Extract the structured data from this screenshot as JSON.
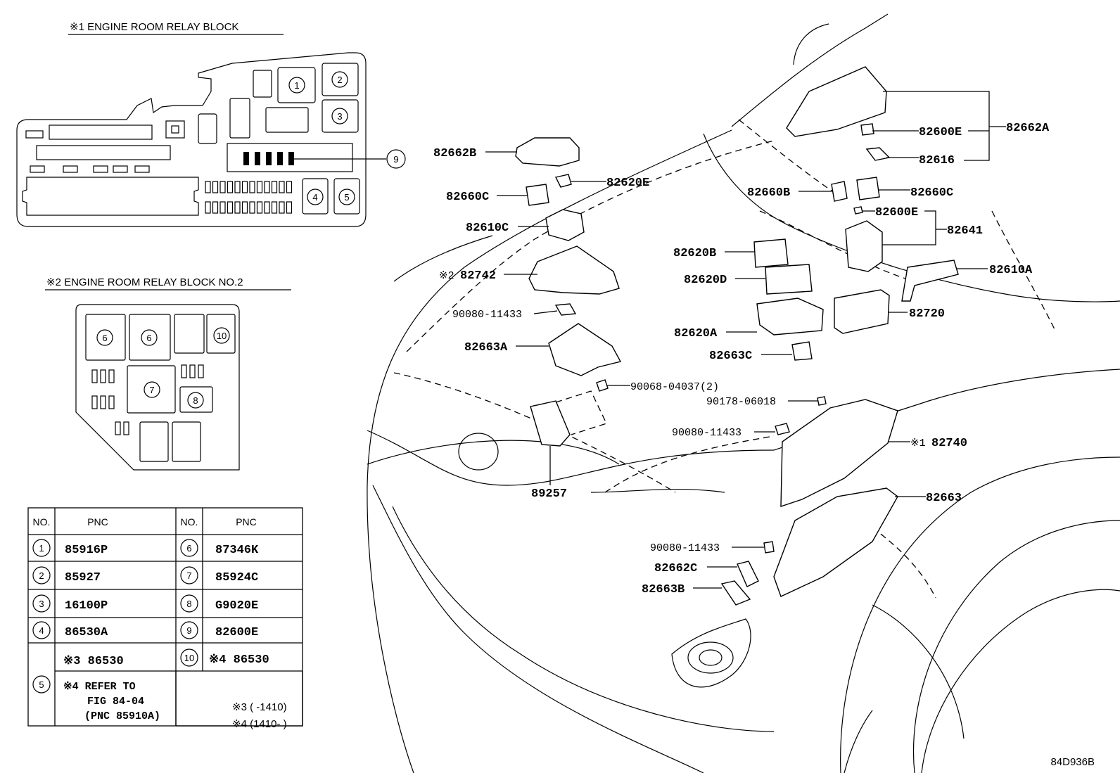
{
  "diagram_code": "84D936B",
  "block1": {
    "title": "※1 ENGINE ROOM RELAY BLOCK",
    "markers": [
      "1",
      "2",
      "3",
      "4",
      "5",
      "9"
    ]
  },
  "block2": {
    "title": "※2 ENGINE ROOM RELAY BLOCK NO.2",
    "markers": [
      "6",
      "6",
      "10",
      "7",
      "8"
    ]
  },
  "table": {
    "headers": [
      "NO.",
      "PNC",
      "NO.",
      "PNC"
    ],
    "rows": [
      {
        "no": "1",
        "pnc": "85916P",
        "no2": "6",
        "pnc2": "87346K"
      },
      {
        "no": "2",
        "pnc": "85927",
        "no2": "7",
        "pnc2": "85924C"
      },
      {
        "no": "3",
        "pnc": "16100P",
        "no2": "8",
        "pnc2": "G9020E"
      },
      {
        "no": "4",
        "pnc": "86530A",
        "no2": "9",
        "pnc2": "82600E"
      }
    ],
    "row5": {
      "no": "5",
      "line_a": "※3 86530",
      "line_b1": "※4 REFER TO",
      "line_b2": "FIG 84-04",
      "line_b3": "(PNC 85910A)",
      "no2": "10",
      "pnc2": "※4 86530"
    }
  },
  "notes": [
    "※3 (       -1410)",
    "※4 (1410-       )"
  ],
  "callouts": {
    "p82662B": "82662B",
    "p82620E_l": "82620E",
    "p82660C_l": "82660C",
    "p82610C": "82610C",
    "p82742_mark": "※2",
    "p82742": "82742",
    "p90080_1": "90080-11433",
    "p82663A": "82663A",
    "p90068": "90068-04037(2)",
    "p89257": "89257",
    "p82662A": "82662A",
    "p82600E_1": "82600E",
    "p82616": "82616",
    "p82660B": "82660B",
    "p82660C_r": "82660C",
    "p82600E_2": "82600E",
    "p82641": "82641",
    "p82620B": "82620B",
    "p82620D": "82620D",
    "p82610A": "82610A",
    "p82720": "82720",
    "p82620A": "82620A",
    "p82663C": "82663C",
    "p90178": "90178-06018",
    "p90080_2": "90080-11433",
    "p82740_mark": "※1",
    "p82740": "82740",
    "p82663": "82663",
    "p90080_3": "90080-11433",
    "p82662C": "82662C",
    "p82663B": "82663B"
  }
}
